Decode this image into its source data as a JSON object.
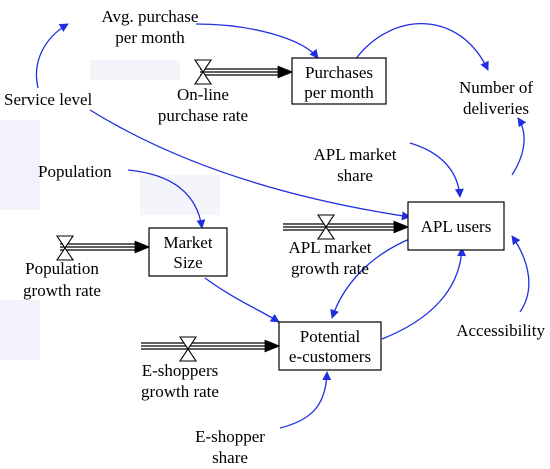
{
  "stocks": {
    "purchases": [
      "Purchases",
      "per month"
    ],
    "apl_users": [
      "APL users"
    ],
    "market_size": [
      "Market",
      "Size"
    ],
    "potential": [
      "Potential",
      "e-customers"
    ]
  },
  "variables": {
    "avg_purchase": [
      "Avg. purchase",
      "per month"
    ],
    "number_deliveries": [
      "Number of",
      "deliveries"
    ],
    "service_level": [
      "Service level"
    ],
    "online_rate": [
      "On-line",
      "purchase rate"
    ],
    "apl_share": [
      "APL market",
      "share"
    ],
    "population": [
      "Population"
    ],
    "apl_growth": [
      "APL market",
      "growth rate"
    ],
    "pop_growth": [
      "Population",
      "growth rate"
    ],
    "accessibility": [
      "Accessibility"
    ],
    "eshoppers_growth": [
      "E-shoppers",
      "growth rate"
    ],
    "eshopper_share": [
      "E-shopper",
      "share"
    ]
  },
  "colors": {
    "link": "#1f2fe0",
    "stock_border": "#000000",
    "text": "#000000"
  }
}
